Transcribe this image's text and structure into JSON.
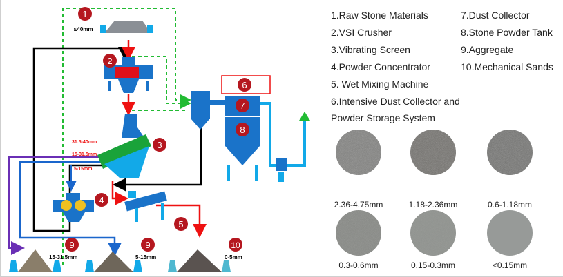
{
  "diagram": {
    "badges": [
      "1",
      "2",
      "3",
      "4",
      "5",
      "6",
      "7",
      "8",
      "9",
      "9",
      "10"
    ],
    "feed_size": "≤40mm",
    "screen_sizes": [
      "31.5-40mm",
      "15-31.5mm",
      "5-15mm"
    ],
    "outputs": [
      {
        "badge": "9",
        "size": "15-31.5mm"
      },
      {
        "badge": "9",
        "size": "5-15mm"
      },
      {
        "badge": "10",
        "size": "0-5mm"
      }
    ],
    "colors": {
      "badge": "#b5171f",
      "machine": "#1a73c9",
      "screen": "#1aa33a",
      "red_flow": "#e11",
      "black_flow": "#000",
      "green_dashed": "#22bb33",
      "purple_flow": "#6a2fb5",
      "blue_flow": "#1a66cc",
      "cyan_stand": "#12a9e8"
    }
  },
  "legend": {
    "left": [
      "1.Raw Stone Materials",
      "2.VSI Crusher",
      "3.Vibrating Screen",
      "4.Powder Concentrator",
      "5. Wet Mixing Machine",
      "6.Intensive Dust Collector and",
      "Powder Storage System"
    ],
    "right": [
      "7.Dust Collector",
      "8.Stone Powder Tank",
      "9.Aggregate",
      "10.Mechanical Sands"
    ]
  },
  "samples": [
    "2.36-4.75mm",
    "1.18-2.36mm",
    "0.6-1.18mm",
    "0.3-0.6mm",
    "0.15-0.3mm",
    "<0.15mm"
  ]
}
